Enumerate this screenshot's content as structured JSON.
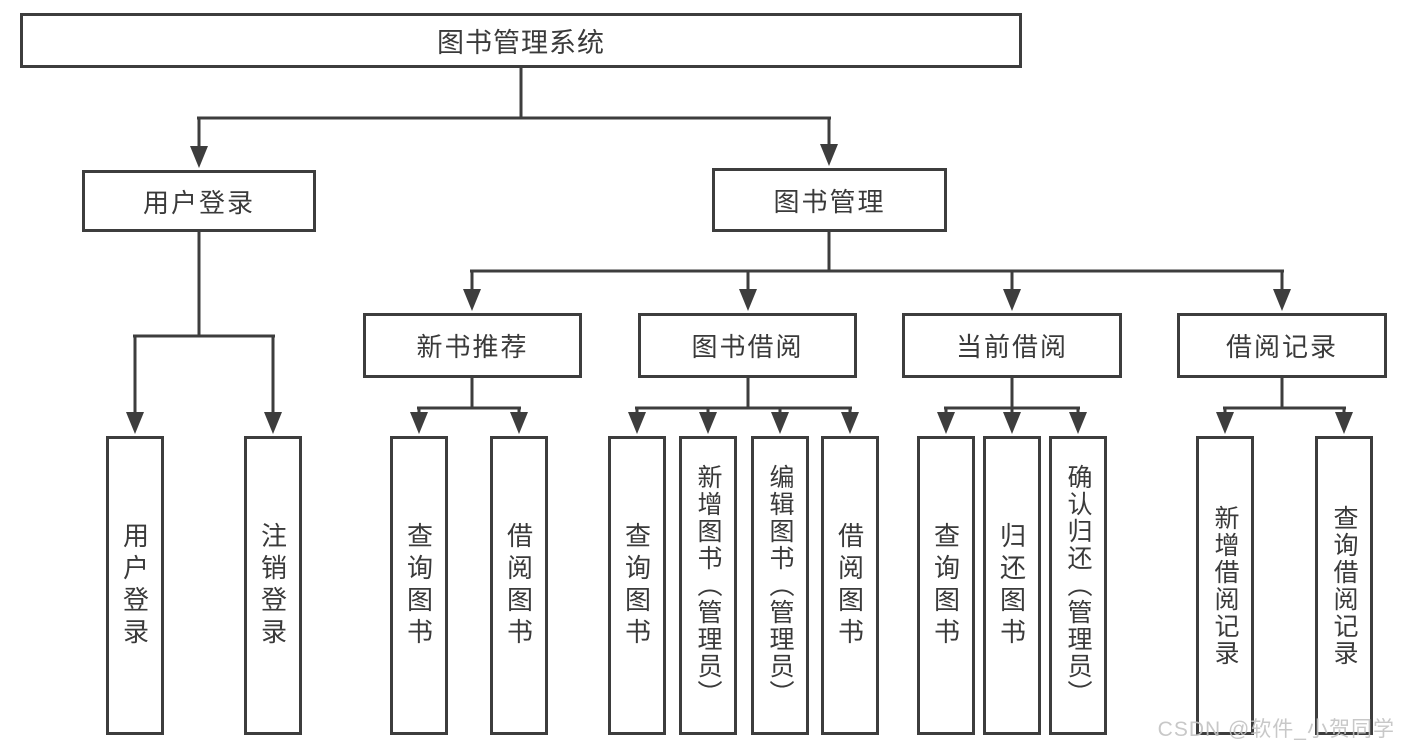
{
  "tree": {
    "label": "图书管理系统",
    "children": [
      {
        "label": "用户登录",
        "children": [
          {
            "label": "用户登录"
          },
          {
            "label": "注销登录"
          }
        ]
      },
      {
        "label": "图书管理",
        "children": [
          {
            "label": "新书推荐",
            "children": [
              {
                "label": "查询图书"
              },
              {
                "label": "借阅图书"
              }
            ]
          },
          {
            "label": "图书借阅",
            "children": [
              {
                "label": "查询图书"
              },
              {
                "label": "新增图书（管理员）"
              },
              {
                "label": "编辑图书（管理员）"
              },
              {
                "label": "借阅图书"
              }
            ]
          },
          {
            "label": "当前借阅",
            "children": [
              {
                "label": "查询图书"
              },
              {
                "label": "归还图书"
              },
              {
                "label": "确认归还（管理员）"
              }
            ]
          },
          {
            "label": "借阅记录",
            "children": [
              {
                "label": "新增借阅记录"
              },
              {
                "label": "查询借阅记录"
              }
            ]
          }
        ]
      }
    ]
  },
  "watermark": {
    "text": "CSDN @软件_小贺同学"
  },
  "colors": {
    "line": "#3d3d3d",
    "box_border": "#3d3d3d",
    "text": "#3a3a3a",
    "watermark": "#c3c3c3",
    "background": "#ffffff"
  }
}
